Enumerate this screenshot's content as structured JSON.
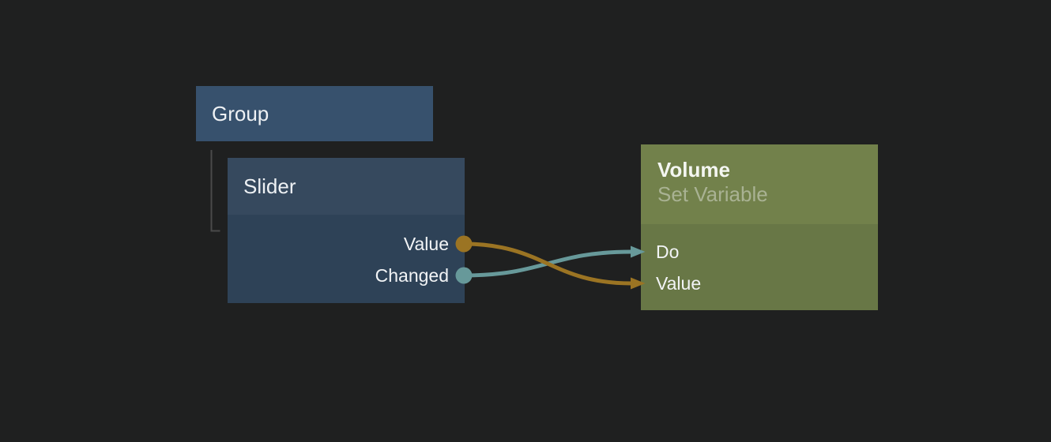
{
  "editor": {
    "background_color": "#1f2020"
  },
  "hierarchy": {
    "parent": "Group",
    "child": "Slider",
    "line_color": "#4a4a4a"
  },
  "nodes": {
    "group": {
      "title": "Group",
      "header_color": "#37516d"
    },
    "slider": {
      "title": "Slider",
      "header_color": "#36495e",
      "body_color": "#2e4257",
      "outputs": [
        {
          "label": "Value",
          "port_color": "#9b7423"
        },
        {
          "label": "Changed",
          "port_color": "#67999a"
        }
      ]
    },
    "volume": {
      "title": "Volume",
      "subtitle": "Set Variable",
      "header_color": "#72814b",
      "body_color": "#687746",
      "subtitle_color": "#a9b293",
      "inputs": [
        {
          "label": "Do",
          "port_color": "#67999a"
        },
        {
          "label": "Value",
          "port_color": "#9b7423"
        }
      ]
    }
  },
  "connections": [
    {
      "from_node": "Slider",
      "from_port": "Changed",
      "to_node": "Volume",
      "to_port": "Do",
      "color": "#67999a"
    },
    {
      "from_node": "Slider",
      "from_port": "Value",
      "to_node": "Volume",
      "to_port": "Value",
      "color": "#9b7423"
    }
  ]
}
